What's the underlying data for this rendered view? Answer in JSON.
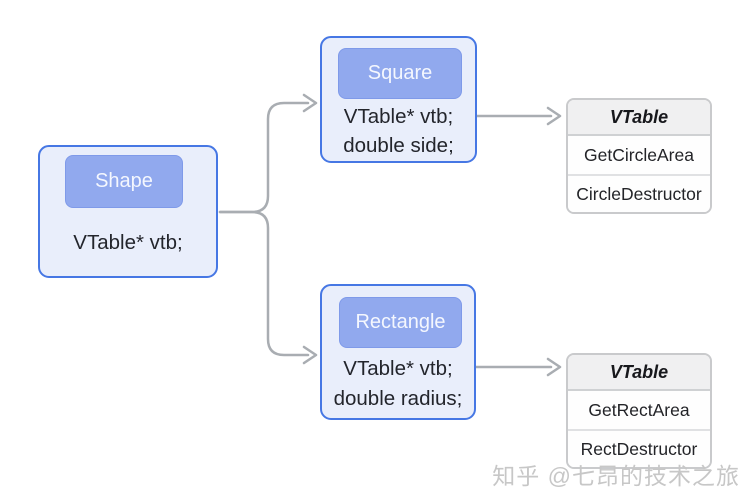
{
  "colors": {
    "accent_border": "#4677e4",
    "box_fill": "#e9eefb",
    "label_fill": "#91a9ee",
    "label_text": "#f4f7fe",
    "body_text": "#23252c",
    "connector": "#a9adb2",
    "table_border": "#c9cacc",
    "table_header_fill": "#f0f0f1",
    "watermark_color": "#c7c7c7"
  },
  "classes": {
    "shape": {
      "title": "Shape",
      "fields": [
        "VTable* vtb;"
      ]
    },
    "square": {
      "title": "Square",
      "fields": [
        "VTable* vtb;",
        "double side;"
      ]
    },
    "rectangle": {
      "title": "Rectangle",
      "fields": [
        "VTable* vtb;",
        "double radius;"
      ]
    }
  },
  "vtables": {
    "square_vtable": {
      "title": "VTable",
      "rows": [
        "GetCircleArea",
        "CircleDestructor"
      ]
    },
    "rectangle_vtable": {
      "title": "VTable",
      "rows": [
        "GetRectArea",
        "RectDestructor"
      ]
    }
  },
  "connectors": {
    "shape_to_square": "arrow from Shape to Square",
    "shape_to_rectangle": "arrow from Shape to Rectangle",
    "square_to_vtable": "arrow from Square vtb to VTable",
    "rectangle_to_vtable": "arrow from Rectangle vtb to VTable"
  },
  "watermark": {
    "text": "知乎 @七昂的技术之旅"
  }
}
